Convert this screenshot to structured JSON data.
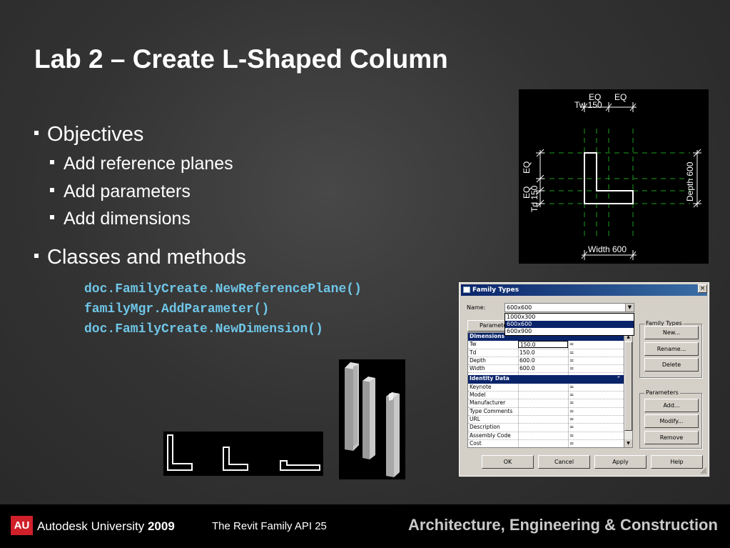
{
  "slide": {
    "title": "Lab 2 – Create L-Shaped Column",
    "bullets": [
      {
        "text": "Objectives",
        "subs": [
          "Add reference planes",
          "Add parameters",
          "Add dimensions"
        ]
      },
      {
        "text": "Classes and methods",
        "subs": []
      }
    ],
    "code_lines": [
      "doc.FamilyCreate.NewReferencePlane()",
      "familyMgr.AddParameter()",
      "doc.FamilyCreate.NewDimension()"
    ]
  },
  "plan_drawing": {
    "labels": {
      "eq_top_left": "EQ",
      "eq_top_right": "EQ",
      "tw": "Tw 150",
      "eq_left_top": "EQ",
      "eq_left_bottom": "EQ",
      "td": "Td 150",
      "depth": "Depth 600",
      "width": "Width 600"
    },
    "colors": {
      "grid": "#1e9e1e",
      "outline": "#ffffff",
      "background": "#000000"
    }
  },
  "dialog": {
    "title": "Family Types",
    "close": "×",
    "name_label": "Name:",
    "name_value": "600x600",
    "dropdown_options": [
      "1000x300",
      "600x600",
      "600x900"
    ],
    "dropdown_selected": "600x600",
    "parameters_col": "Paramete",
    "sections": [
      {
        "header": "Dimensions",
        "rows": [
          {
            "name": "Tw",
            "value": "150.0",
            "formula": "="
          },
          {
            "name": "Td",
            "value": "150.0",
            "formula": "="
          },
          {
            "name": "Depth",
            "value": "600.0",
            "formula": "="
          },
          {
            "name": "Width",
            "value": "600.0",
            "formula": "="
          }
        ]
      },
      {
        "header": "Identity Data",
        "rows": [
          {
            "name": "Keynote",
            "value": "",
            "formula": "="
          },
          {
            "name": "Model",
            "value": "",
            "formula": "="
          },
          {
            "name": "Manufacturer",
            "value": "",
            "formula": "="
          },
          {
            "name": "Type Comments",
            "value": "",
            "formula": "="
          },
          {
            "name": "URL",
            "value": "",
            "formula": "="
          },
          {
            "name": "Description",
            "value": "",
            "formula": "="
          },
          {
            "name": "Assembly Code",
            "value": "",
            "formula": "="
          },
          {
            "name": "Cost",
            "value": "",
            "formula": "="
          }
        ]
      }
    ],
    "family_types_group": "Family Types",
    "btn_new": "New...",
    "btn_rename": "Rename...",
    "btn_delete": "Delete",
    "parameters_group": "Parameters",
    "btn_add": "Add...",
    "btn_modify": "Modify...",
    "btn_remove": "Remove",
    "btn_ok": "OK",
    "btn_cancel": "Cancel",
    "btn_apply": "Apply",
    "btn_help": "Help"
  },
  "footer": {
    "logo": "AU",
    "brand": "Autodesk University",
    "year": "2009",
    "center": "The Revit Family API 25",
    "right": "Architecture, Engineering & Construction"
  }
}
